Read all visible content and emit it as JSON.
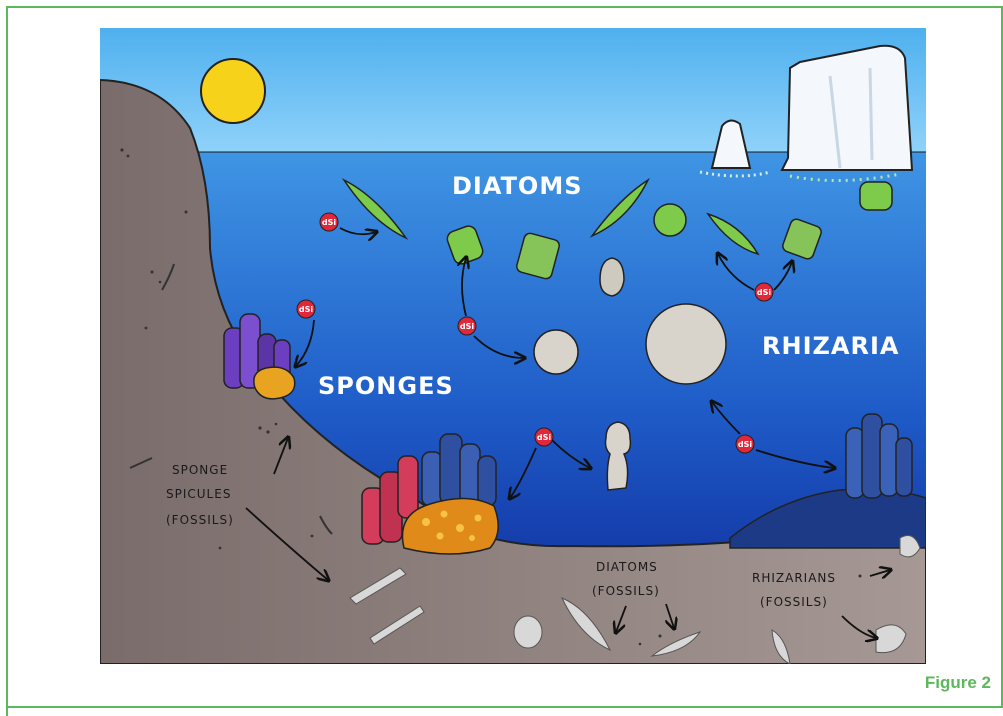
{
  "figure": {
    "caption": "Figure 2",
    "accent_color": "#5cb85c"
  },
  "labels": {
    "diatoms": "DIATOMS",
    "rhizaria": "RHIZARIA",
    "sponges": "SPONGES",
    "sponge_spicules": [
      "SPONGE",
      "SPICULES",
      "(FOSSILS)"
    ],
    "diatoms_fossils": [
      "DIATOMS",
      "(FOSSILS)"
    ],
    "rhizarians_fossils": [
      "RHIZARIANS",
      "(FOSSILS)"
    ],
    "dsi": "dSi"
  },
  "colors": {
    "sky": "#6ec0f0",
    "ocean_top": "#3a8ee0",
    "ocean_bottom": "#0d2a9a",
    "seafloor": "#9a8a85",
    "sun": "#f7d21b",
    "dsi_marker": "#e0283a",
    "diatom_green": "#7ecb4c",
    "sponge_purple": "#6b3fbf",
    "sponge_red": "#d43c5c",
    "sponge_blue": "#3a62b8",
    "sponge_orange": "#e08a1a"
  }
}
